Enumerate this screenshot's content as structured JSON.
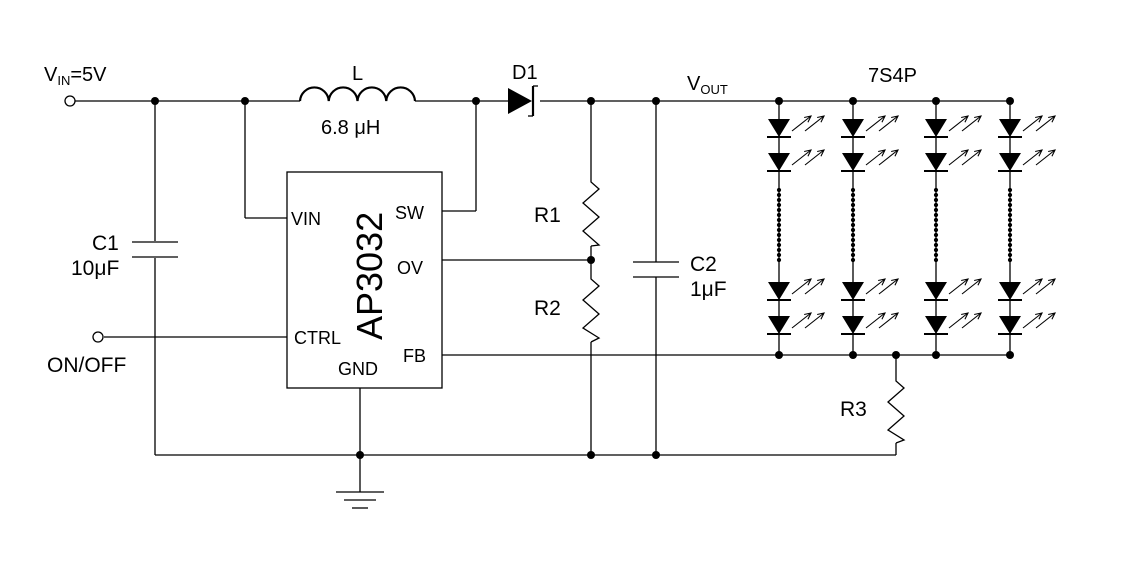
{
  "vin": {
    "main": "V",
    "sub": "IN",
    "rest": "=5V"
  },
  "vout": {
    "main": "V",
    "sub": "OUT"
  },
  "onoff": "ON/OFF",
  "inductor": {
    "name": "L",
    "value": "6.8 μH"
  },
  "diode": {
    "name": "D1"
  },
  "ic": {
    "part": "AP3032",
    "pins": {
      "vin": "VIN",
      "sw": "SW",
      "ov": "OV",
      "ctrl": "CTRL",
      "gnd": "GND",
      "fb": "FB"
    }
  },
  "c1": {
    "name": "C1",
    "value": "10μF"
  },
  "c2": {
    "name": "C2",
    "value": "1μF"
  },
  "r1": {
    "name": "R1"
  },
  "r2": {
    "name": "R2"
  },
  "r3": {
    "name": "R3"
  },
  "led_array": {
    "label": "7S4P",
    "strings": 4
  }
}
